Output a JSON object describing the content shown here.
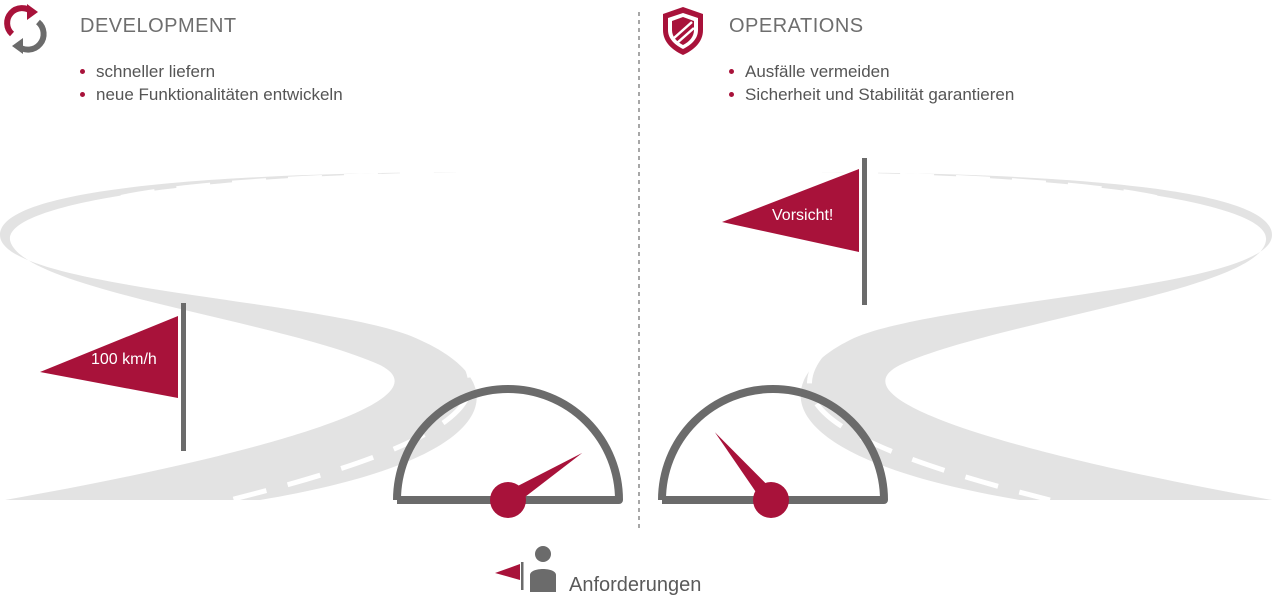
{
  "colors": {
    "accent": "#a8123a",
    "road": "#e3e3e3",
    "road_marking": "#ffffff",
    "gauge": "#6b6b6b",
    "text": "#555555",
    "title": "#6e6e6e"
  },
  "development": {
    "title": "DEVELOPMENT",
    "icon": "refresh-cycle-icon",
    "bullets": [
      "schneller liefern",
      "neue Funktionalitäten entwickeln"
    ],
    "flag_label": "100 km/h",
    "gauge_level": 0.82
  },
  "operations": {
    "title": "OPERATIONS",
    "icon": "shield-icon",
    "bullets": [
      "Ausfälle vermeiden",
      "Sicherheit und Stabilität garantieren"
    ],
    "flag_label": "Vorsicht!",
    "gauge_level": 0.28
  },
  "footer": {
    "icon": "person-with-flag-icon",
    "label": "Anforderungen"
  }
}
